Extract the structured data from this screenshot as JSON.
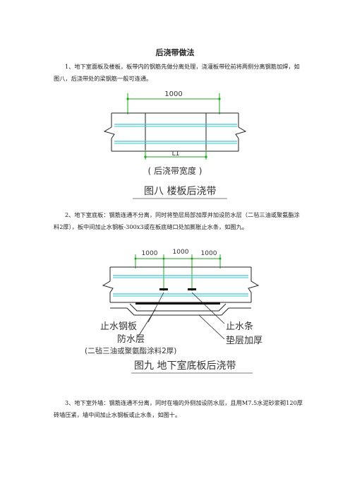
{
  "page": {
    "title": "后浇带做法",
    "paragraphs": [
      "1、地下室面板及楼板，板带内的钢筋先做分离处理，浇灌板带砼前将两侧分离钢筋加焊，如图八，后浇带处的梁钢筋一般可连通。",
      "2、地下室底板：钢筋连通不分离，同时将垫层局部加厚并加设防水层（二毡三油或聚氨酯涂料2厚），板中间加止水钢板-300x3或在板底缝口处加膨胀止水条，如图九。",
      "3、地下室外墙：钢筋连通不分离，同时在墙的外侧加设防水层，且用M7.5水泥砂浆砌120厚砖墙压紧，墙中间加止水钢板或止水条，如图十。"
    ]
  },
  "fig8": {
    "dim_top": "1000",
    "dim_bottom": "L1",
    "sub_caption": "( 后浇带宽度 )",
    "caption": "图八   楼板后浇带"
  },
  "fig9": {
    "dims": [
      "1000",
      "1000",
      "1000"
    ],
    "label_steel": "止水钢板",
    "label_waterproof": "防水层",
    "label_material": "(二毡三油或聚氨酯涂料2厚)",
    "label_strip": "止水条",
    "label_cushion": "垫层加厚",
    "caption": "图九   地下室底板后浇带"
  },
  "colors": {
    "dim_green": "#1aa81a",
    "rebar_cyan": "#3cc6d6",
    "line": "#222222"
  }
}
